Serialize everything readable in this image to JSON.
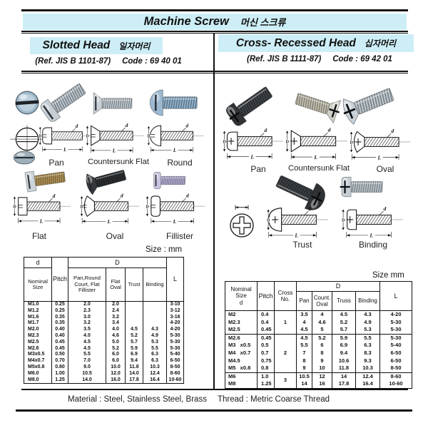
{
  "page": {
    "title": "Machine Screw",
    "title_ko": "머신 스크류",
    "footer_material": "Material : Steel, Stainless Steel, Brass",
    "footer_thread": "Thread : Metric Coarse Thread"
  },
  "dims": {
    "d": "d",
    "D": "D",
    "L": "L"
  },
  "colors": {
    "highlight": "#cdeef6",
    "line": "#111111"
  },
  "left": {
    "heading": "Slotted Head",
    "heading_ko": "일자머리",
    "ref": "(Ref. JIS B 1101-87)",
    "code": "Code : 69 40 01",
    "size_note": "Size : mm",
    "figures": [
      {
        "name": "pan",
        "label": "Pan",
        "colors": {
          "head": "#c6cfd6",
          "shank": "#b7c2ca"
        }
      },
      {
        "name": "countersunk-flat",
        "label": "Countersunk Flat",
        "colors": {
          "head": "#cbd3d9",
          "shank": "#bcc7ce"
        }
      },
      {
        "name": "round",
        "label": "Round",
        "colors": {
          "head": "#9db8d0",
          "shank": "#8fb0cc"
        }
      },
      {
        "name": "flat",
        "label": "Flat",
        "colors": {
          "head": "#ccd4d9",
          "shank": "#b09256"
        }
      },
      {
        "name": "oval",
        "label": "Oval",
        "colors": {
          "head": "#35393c",
          "shank": "#2c3033"
        }
      },
      {
        "name": "fillister",
        "label": "Fillister",
        "colors": {
          "head": "#c9c4e0",
          "shank": "#b4aed3"
        }
      }
    ],
    "table": {
      "header": {
        "d": "d",
        "nominal": "Nominal\nSize",
        "pitch": "Pitch",
        "D": "D",
        "pan_group": "Pan,Round\nCourt, Flat\nFillister",
        "flat_oval": "Flat\nOval",
        "trust": "Trust",
        "binding": "Binding",
        "L": "L"
      },
      "rows": [
        [
          "M1.0",
          "0.25",
          "2.0",
          "2.0",
          "",
          "",
          "3-10"
        ],
        [
          "M1.2",
          "0.25",
          "2.3",
          "2.4",
          "",
          "",
          "3-12"
        ],
        [
          "M1.6",
          "0.35",
          "3.0",
          "3.2",
          "",
          "",
          "3-16"
        ],
        [
          "M1.7",
          "0.35",
          "3.2",
          "3.4",
          "",
          "",
          "4-20"
        ],
        [
          "M2.0",
          "0.40",
          "3.5",
          "4.0",
          "4.5",
          "4.3",
          "4-20"
        ],
        [
          "M2.3",
          "0.40",
          "4.0",
          "4.6",
          "5.2",
          "4.9",
          "5-30"
        ],
        [
          "M2.5",
          "0.45",
          "4.5",
          "5.0",
          "5.7",
          "5.3",
          "5-30"
        ],
        [
          "M2.6",
          "0.45",
          "4.5",
          "5.2",
          "5.9",
          "5.5",
          "5-30"
        ],
        [
          "M3x0.5",
          "0.50",
          "5.5",
          "6.0",
          "6.9",
          "6.3",
          "5-40"
        ],
        [
          "M4x0.7",
          "0.70",
          "7.0",
          "6.0",
          "9.4",
          "6.3",
          "6-50"
        ],
        [
          "M5x0.8",
          "0.80",
          "9.0",
          "10.0",
          "11.8",
          "10.3",
          "8-50"
        ],
        [
          "M6.0",
          "1.00",
          "10.5",
          "12.0",
          "14.0",
          "12.4",
          "8-60"
        ],
        [
          "M8.0",
          "1.25",
          "14.0",
          "16.0",
          "17.8",
          "16.4",
          "10-60"
        ]
      ]
    }
  },
  "right": {
    "heading": "Cross- Recessed Head",
    "heading_ko": "십자머리",
    "ref": "(Ref. JIS B 1111-87)",
    "code": "Code : 69 42 01",
    "size_note": "Size mm",
    "figures": [
      {
        "name": "pan",
        "label": "Pan",
        "colors": {
          "head": "#2f3336",
          "shank": "#3d4246"
        }
      },
      {
        "name": "countersunk-flat",
        "label": "Countersunk Flat",
        "colors": {
          "head": "#cfd0c6",
          "shank": "#c2bfae"
        }
      },
      {
        "name": "oval",
        "label": "Oval",
        "colors": {
          "head": "#c9d2d8",
          "shank": "#bac5cc"
        }
      },
      {
        "name": "trust",
        "label": "Trust",
        "colors": {
          "head": "#2e3234",
          "shank": "#3a3f43"
        }
      },
      {
        "name": "binding",
        "label": "Binding",
        "colors": {
          "head": "#c6cfd5",
          "shank": "#b8c3ca"
        }
      }
    ],
    "table": {
      "header": {
        "nominal": "Nominal\nSize\nd",
        "pitch": "Pitch",
        "cross": "Cross\nNo.",
        "D": "D",
        "pan": "Pan",
        "count_oval": "Count.\nOval",
        "truss": "Truss",
        "binding": "Binding",
        "L": "L"
      },
      "groups": [
        {
          "cross": "1",
          "rows": [
            [
              "M2",
              "0.4",
              "3.5",
              "4",
              "4.5",
              "4.3",
              "4-20"
            ],
            [
              "M2.3",
              "0.4",
              "4",
              "4.6",
              "5.2",
              "4.9",
              "5-30"
            ],
            [
              "M2.5",
              "0.45",
              "4.5",
              "5",
              "5.7",
              "5.3",
              "5-30"
            ]
          ]
        },
        {
          "cross": "2",
          "rows": [
            [
              "M2.6",
              "0.45",
              "4.5",
              "5.2",
              "5.9",
              "5.5",
              "5-30"
            ],
            [
              "M3   x0.5",
              "0.5",
              "5.5",
              "6",
              "6.9",
              "6.3",
              "5-40"
            ],
            [
              "M4   x0.7",
              "0.7",
              "7",
              "8",
              "9.4",
              "8.3",
              "6-50"
            ],
            [
              "M4.5",
              "0.75",
              "8",
              "9",
              "10.6",
              "9.3",
              "6-50"
            ],
            [
              "M5   x0.8",
              "0.8",
              "9",
              "10",
              "11.8",
              "10.3",
              "8-50"
            ]
          ]
        },
        {
          "cross": "3",
          "rows": [
            [
              "M6",
              "1.0",
              "10.5",
              "12",
              "14",
              "12.4",
              "8-60"
            ],
            [
              "M8",
              "1.25",
              "14",
              "16",
              "17.8",
              "16.4",
              "10-60"
            ]
          ]
        }
      ]
    }
  }
}
